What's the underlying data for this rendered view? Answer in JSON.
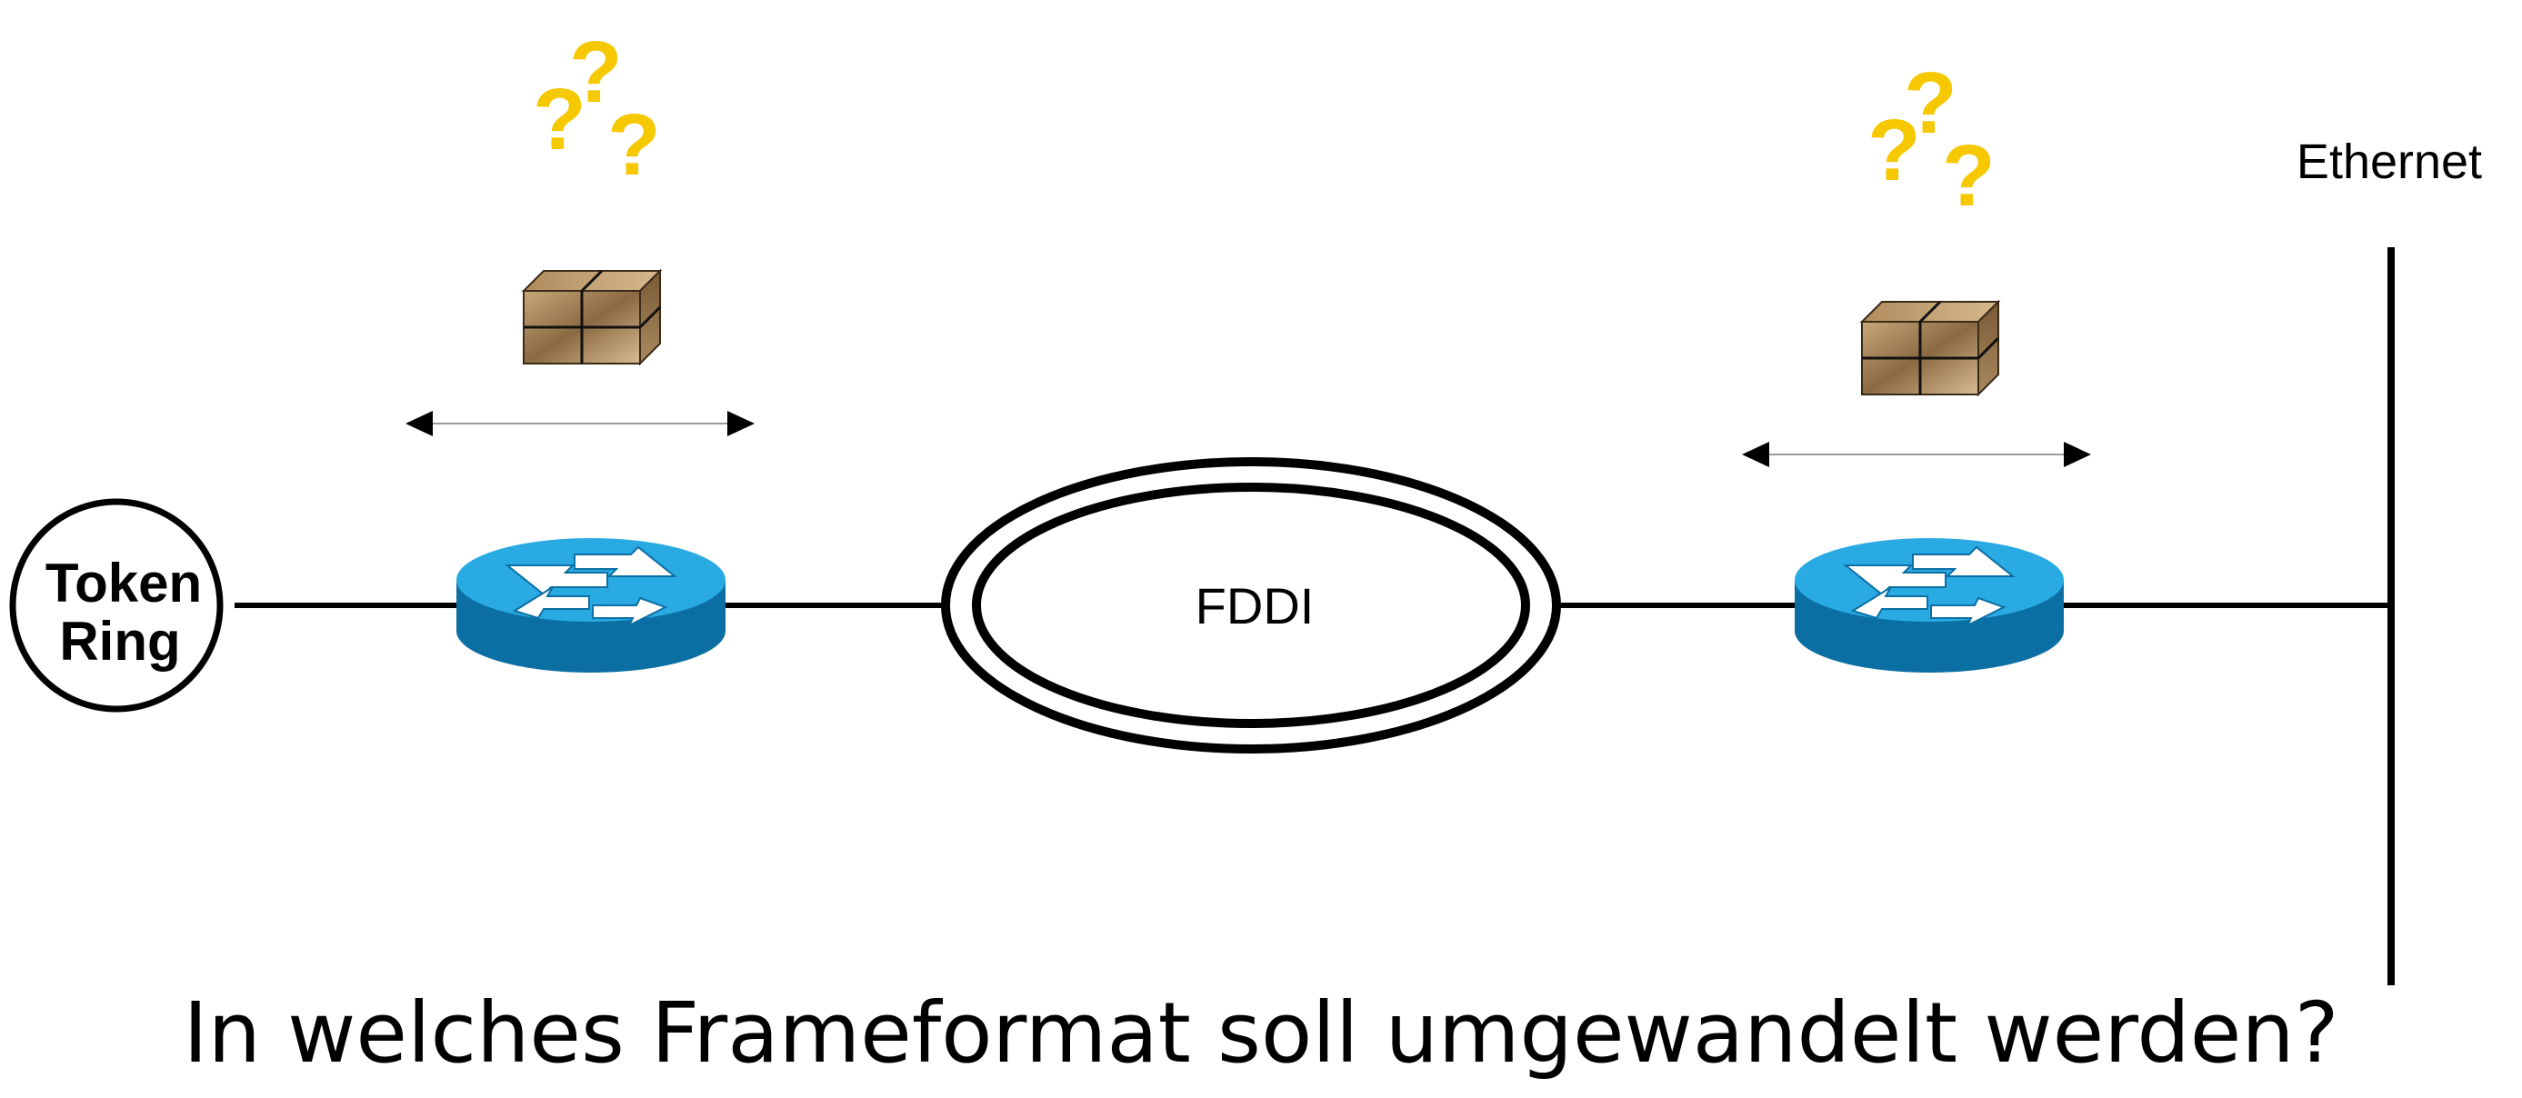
{
  "labels": {
    "token_ring": "Token\nRing",
    "token_ring_line1": "Token",
    "token_ring_line2": "Ring",
    "fddi": "FDDI",
    "ethernet": "Ethernet",
    "question_mark": "?"
  },
  "caption": "In welches Frameformat soll umgewandelt werden?",
  "colors": {
    "router_top": "#2aaae2",
    "router_side": "#0b6fa3",
    "question_marks": "#f5c800",
    "package": "#a8865a",
    "lines": "#000000"
  },
  "icons": {
    "router": "router-icon",
    "package": "package-icon",
    "question": "question-marks-icon",
    "arrow": "double-arrow-icon"
  }
}
